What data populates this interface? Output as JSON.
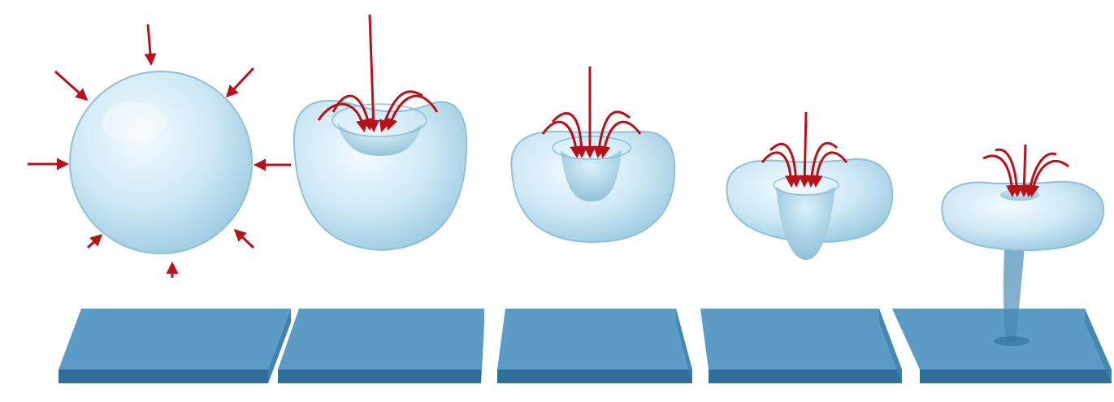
{
  "figure": {
    "stages": [
      {
        "id": 1,
        "shape": "sphere",
        "arrows": "radial-inward",
        "jet": false
      },
      {
        "id": 2,
        "shape": "dimpled-drop",
        "arrows": "top-inward",
        "jet": false
      },
      {
        "id": 3,
        "shape": "deep-dimple",
        "arrows": "top-inward",
        "jet": false
      },
      {
        "id": 4,
        "shape": "torus-forming",
        "arrows": "top-inward",
        "jet": false
      },
      {
        "id": 5,
        "shape": "vortex-ring",
        "arrows": "top-inward",
        "jet": true
      }
    ],
    "colors": {
      "drop_fill": "#cfe9f5",
      "drop_edge": "#7fb6cf",
      "arrow": "#b5121b",
      "plate_top": "#5b9bc4",
      "plate_front": "#2f6f9a",
      "plate_side": "#3f82ad"
    }
  }
}
